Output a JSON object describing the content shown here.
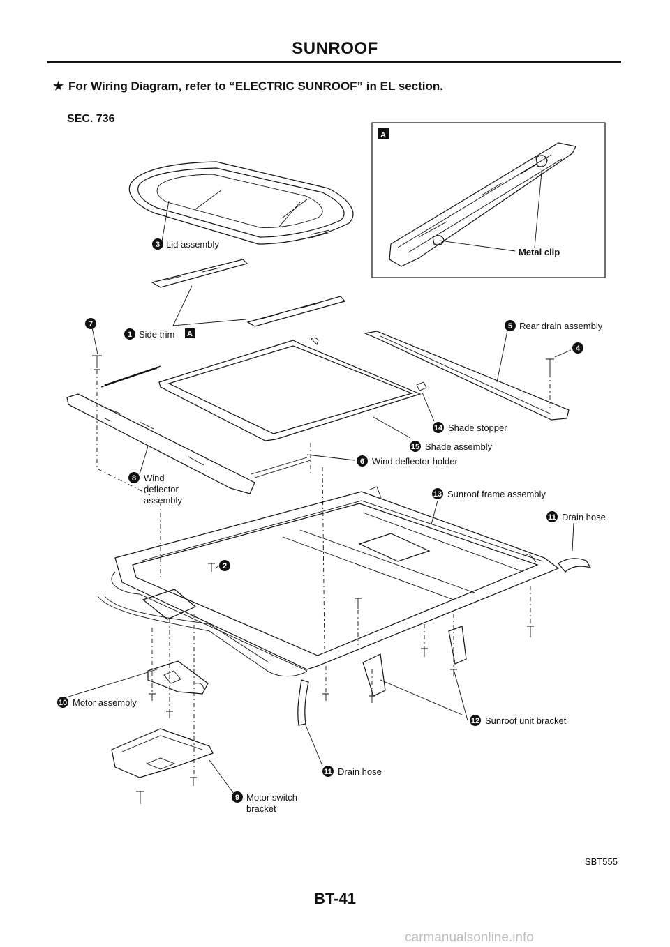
{
  "header": {
    "title": "SUNROOF"
  },
  "note": {
    "star": "★",
    "text": "For Wiring Diagram, refer to “ELECTRIC SUNROOF” in EL section."
  },
  "section": "SEC. 736",
  "inset": {
    "badge": "A",
    "label": "Metal clip"
  },
  "callouts": [
    {
      "num": "3",
      "label": "Lid assembly"
    },
    {
      "num": "1",
      "label": "Side trim"
    },
    {
      "num": "5",
      "label": "Rear drain assembly"
    },
    {
      "num": "4",
      "label": ""
    },
    {
      "num": "7",
      "label": ""
    },
    {
      "num": "14",
      "label": "Shade stopper"
    },
    {
      "num": "15",
      "label": "Shade assembly"
    },
    {
      "num": "6",
      "label": "Wind deflector holder"
    },
    {
      "num": "8",
      "label": "Wind",
      "label2": "deflector",
      "label3": "assembly"
    },
    {
      "num": "13",
      "label": "Sunroof frame assembly"
    },
    {
      "num": "11",
      "label": "Drain hose"
    },
    {
      "num": "2",
      "label": ""
    },
    {
      "num": "10",
      "label": "Motor assembly"
    },
    {
      "num": "12",
      "label": "Sunroof unit bracket"
    },
    {
      "num": "11",
      "label": "Drain hose"
    },
    {
      "num": "9",
      "label": "Motor switch",
      "label2": "bracket"
    }
  ],
  "side_trim_badge": "A",
  "figure_id": "SBT555",
  "footer": {
    "page": "BT-41",
    "site": "carmanualsonline.info"
  }
}
